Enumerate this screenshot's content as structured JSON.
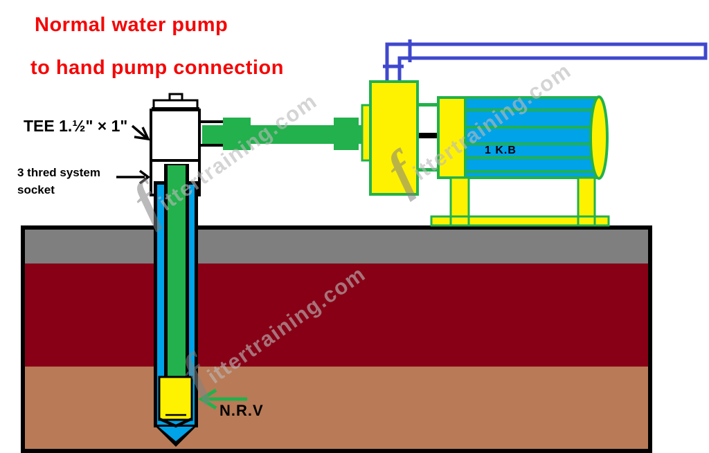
{
  "title": {
    "line1": "Normal water pump",
    "line2": "to hand pump connection",
    "color": "#f40606"
  },
  "labels": {
    "tee": "TEE 1.½\" × 1\"",
    "socket_line1": "3 thred system",
    "socket_line2": "socket",
    "motor_rating": "1 K.B",
    "valve": "N.R.V"
  },
  "watermark": {
    "text": "fittertraining.com"
  },
  "colors": {
    "title_red": "#f40606",
    "pipe_green": "#22b14c",
    "body_yellow": "#fff200",
    "water_blue": "#00a2e8",
    "line_indigo": "#3f48cc",
    "soil_gray": "#7f7f7f",
    "soil_dark_red": "#880015",
    "soil_brown": "#b97a57",
    "outline_black": "#000000",
    "watermark_gray": "#b9b9b9"
  }
}
